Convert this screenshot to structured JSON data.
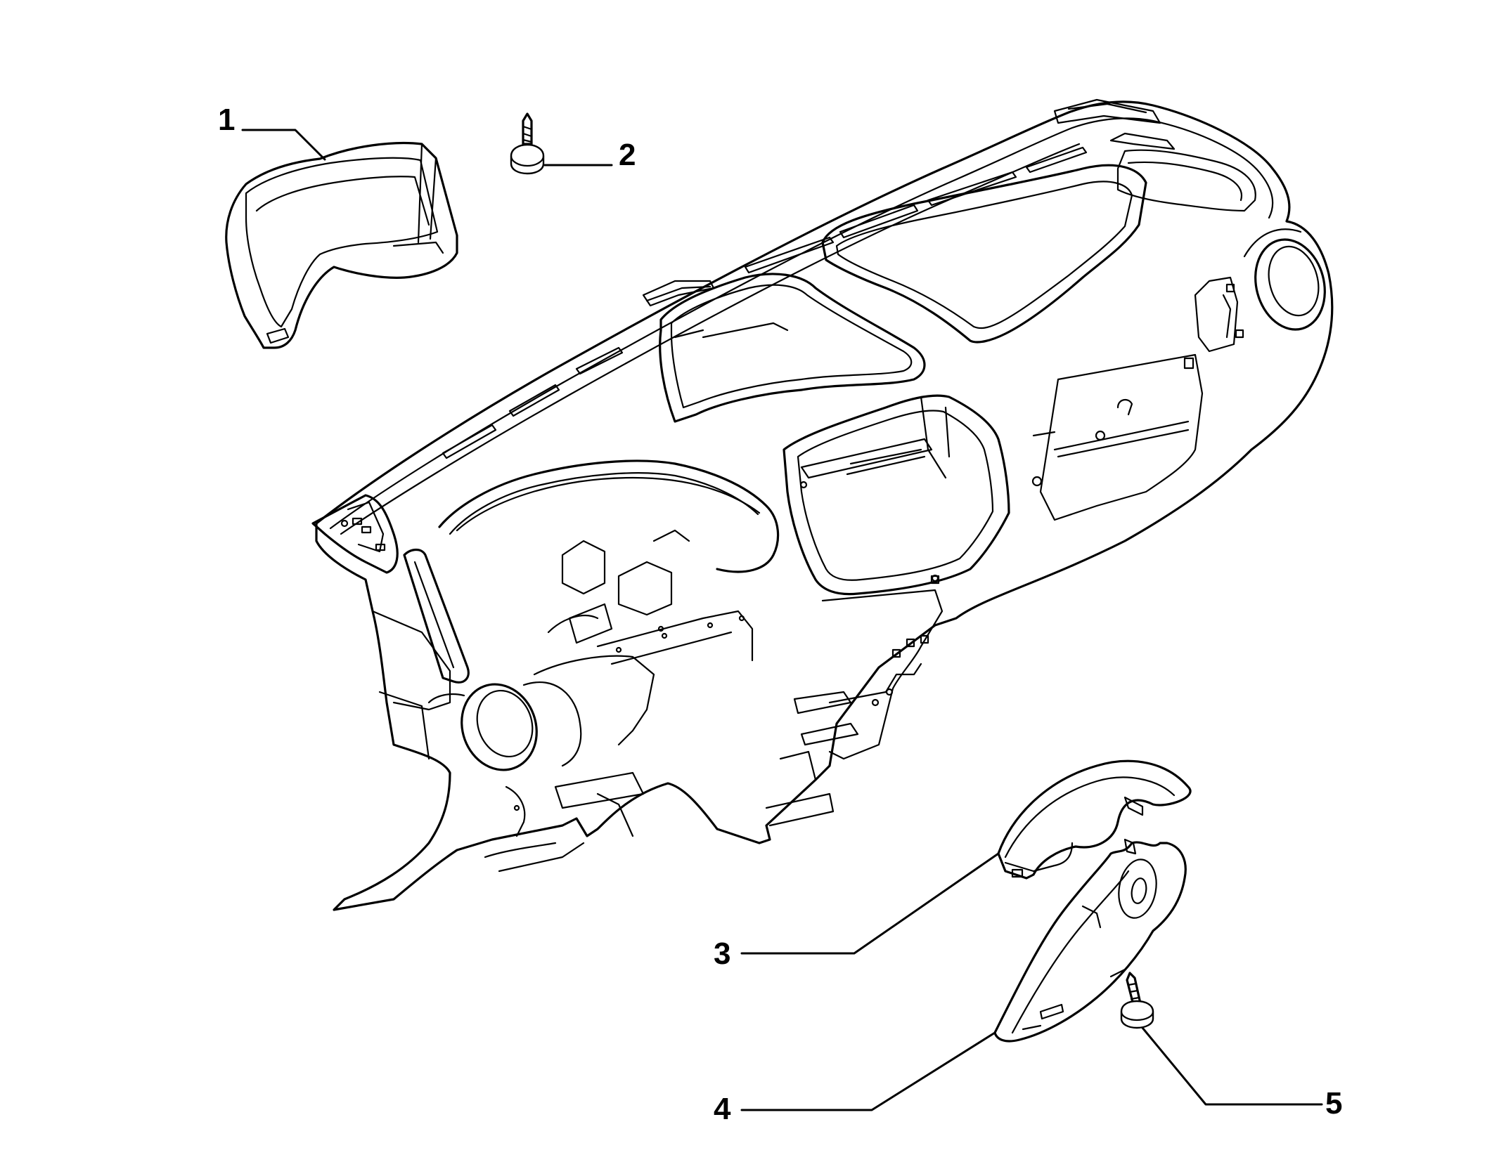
{
  "diagram": {
    "callouts": [
      {
        "id": "1",
        "label": "1"
      },
      {
        "id": "2",
        "label": "2"
      },
      {
        "id": "3",
        "label": "3"
      },
      {
        "id": "4",
        "label": "4"
      },
      {
        "id": "5",
        "label": "5"
      }
    ]
  },
  "colors": {
    "ink": "#000000",
    "background": "#ffffff"
  }
}
